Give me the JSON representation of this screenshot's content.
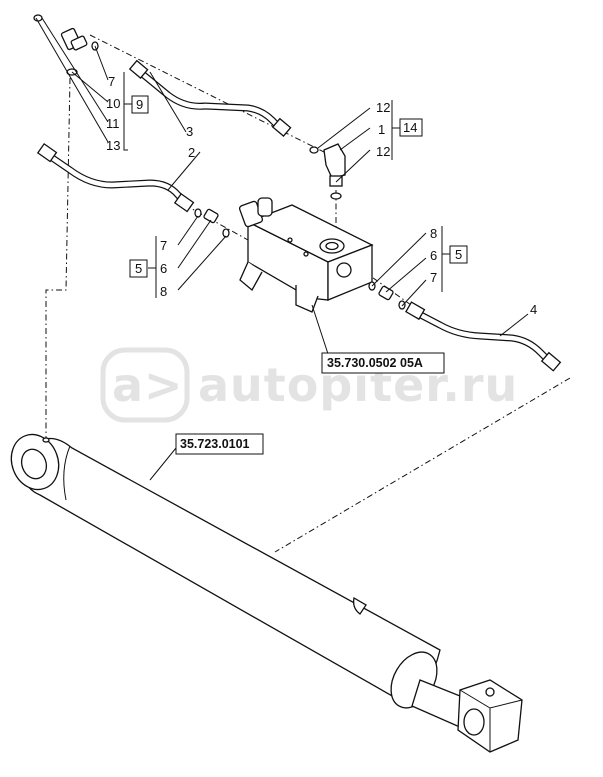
{
  "watermark": {
    "text": "autopiter.ru",
    "logo_text": "a>"
  },
  "callouts": {
    "c7a": "7",
    "c10": "10",
    "c11": "11",
    "c13": "13",
    "c9": "9",
    "c3": "3",
    "c2": "2",
    "c12a": "12",
    "c1": "1",
    "c12b": "12",
    "c14": "14",
    "c7b": "7",
    "c5a": "5",
    "c6a": "6",
    "c8a": "8",
    "c8b": "8",
    "c6b": "6",
    "c7c": "7",
    "c5b": "5",
    "c4": "4"
  },
  "references": {
    "valve_block": "35.730.0502 05A",
    "cylinder": "35.723.0101"
  }
}
